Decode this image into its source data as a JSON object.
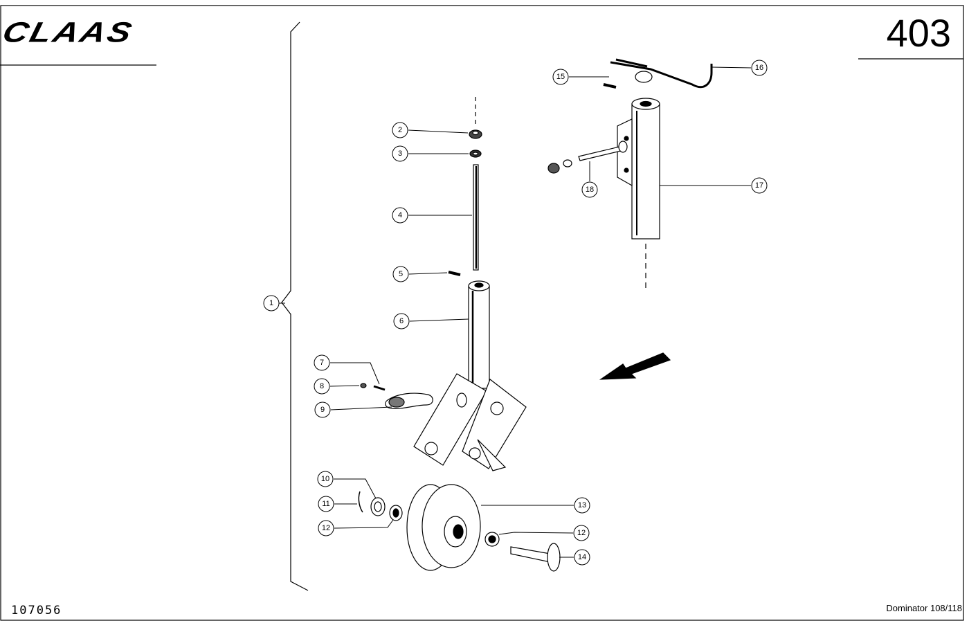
{
  "header": {
    "brand_logo": "CLAAS",
    "page_number": "403"
  },
  "footer": {
    "document_number": "107056",
    "model": "Dominator 108/118"
  },
  "callouts": [
    {
      "id": "c1",
      "label": "1"
    },
    {
      "id": "c2",
      "label": "2"
    },
    {
      "id": "c3",
      "label": "3"
    },
    {
      "id": "c4",
      "label": "4"
    },
    {
      "id": "c5",
      "label": "5"
    },
    {
      "id": "c6",
      "label": "6"
    },
    {
      "id": "c7",
      "label": "7"
    },
    {
      "id": "c8",
      "label": "8"
    },
    {
      "id": "c9",
      "label": "9"
    },
    {
      "id": "c10",
      "label": "10"
    },
    {
      "id": "c11",
      "label": "11"
    },
    {
      "id": "c12a",
      "label": "12"
    },
    {
      "id": "c12b",
      "label": "12"
    },
    {
      "id": "c13",
      "label": "13"
    },
    {
      "id": "c14",
      "label": "14"
    },
    {
      "id": "c15",
      "label": "15"
    },
    {
      "id": "c16",
      "label": "16"
    },
    {
      "id": "c17",
      "label": "17"
    },
    {
      "id": "c18",
      "label": "18"
    }
  ]
}
